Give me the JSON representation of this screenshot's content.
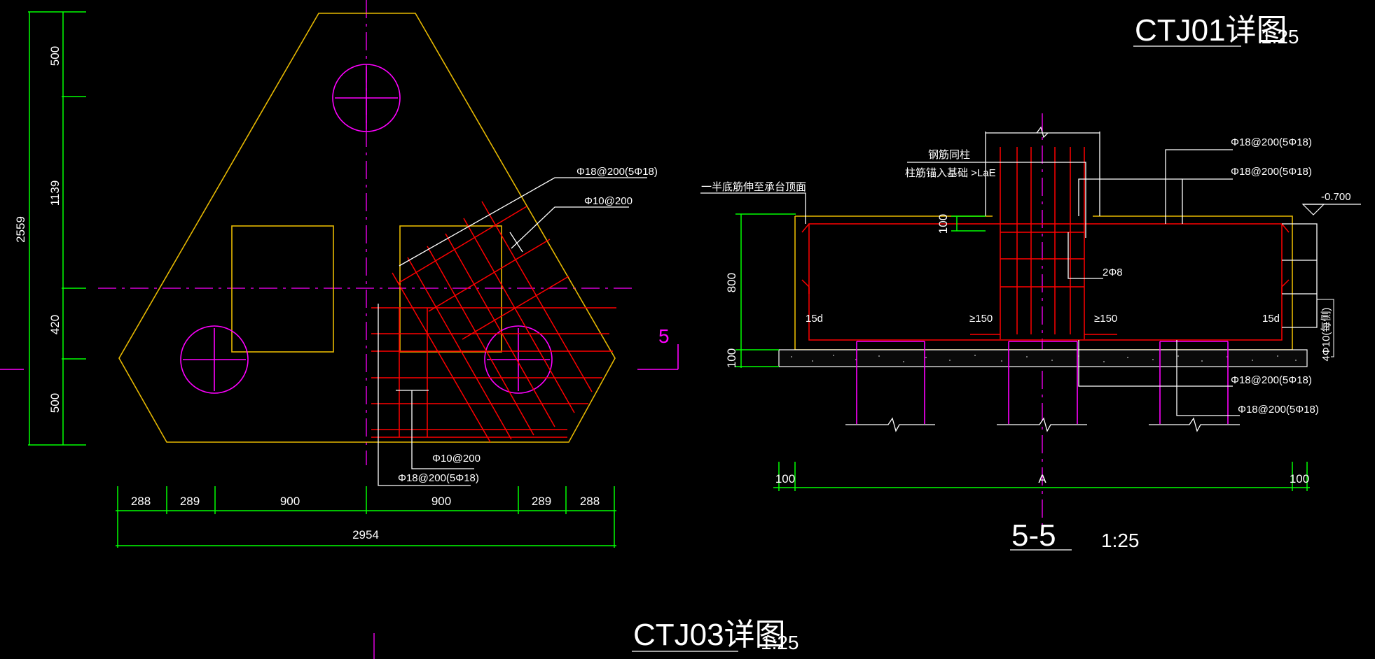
{
  "left_drawing": {
    "title": "CTJ03详图",
    "scale": "1:25",
    "dims_vertical": {
      "total": "2559",
      "a": "500",
      "b": "1139",
      "c": "420",
      "d": "500"
    },
    "dims_horizontal": {
      "a": "288",
      "b": "289",
      "c": "900",
      "d": "900",
      "e": "289",
      "f": "288",
      "total": "2954"
    },
    "rebar_labels": {
      "top_main": "Φ18@200(5Φ18)",
      "top_tie": "Φ10@200",
      "bottom_tie": "Φ10@200",
      "bottom_main": "Φ18@200(5Φ18)"
    },
    "section_mark": "5"
  },
  "right_drawing": {
    "title": "CTJ01详图",
    "title_scale": "1:25",
    "section_title": "5-5",
    "section_scale": "1:25",
    "labels": {
      "rebar_top1": "Φ18@200(5Φ18)",
      "rebar_top2": "Φ18@200(5Φ18)",
      "rebar_bot1": "Φ18@200(5Φ18)",
      "rebar_bot2": "Φ18@200(5Φ18)",
      "column_rebar1": "钢筋同柱",
      "column_rebar2": "柱筋锚入基础 >LaE",
      "half_bottom": "一半底筋伸至承台顶面",
      "elevation": "-0.700",
      "two_bars": "2Φ8",
      "side_bars": "4Φ10(每侧)",
      "anchor_l": "15d",
      "anchor_r": "15d",
      "ge150_l": "≥150",
      "ge150_r": "≥150"
    },
    "dims": {
      "d100_top": "100",
      "d800": "800",
      "d100_bot": "100",
      "d100_left": "100",
      "dA": "A",
      "d100_right": "100"
    }
  },
  "colors": {
    "background": "#000000",
    "dimension": "#00ff00",
    "outline": "#e6b800",
    "pile": "#ff00ff",
    "rebar": "#ff0000",
    "text": "#ffffff"
  }
}
